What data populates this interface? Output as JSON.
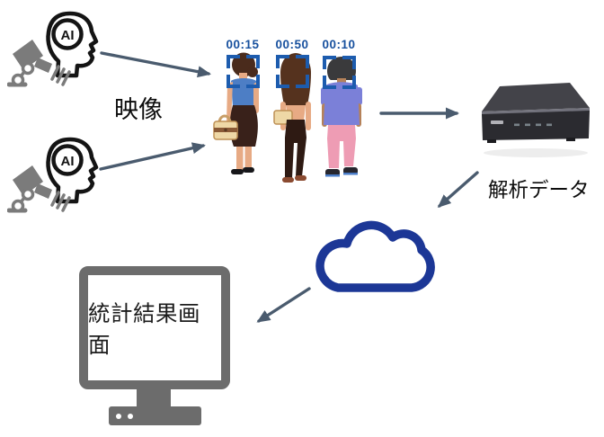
{
  "labels": {
    "video": "映像",
    "analysis_data": "解析データ",
    "stats_screen": "統計結果画面"
  },
  "ai_badge": "AI",
  "detections": [
    {
      "timestamp": "00:15",
      "subject": "woman-back-view-blue-top-brown-skirt-handbag-icon"
    },
    {
      "timestamp": "00:50",
      "subject": "woman-back-view-backless-brown-jumpsuit-waistbag-icon"
    },
    {
      "timestamp": "00:10",
      "subject": "man-back-view-purple-shirt-pink-pants-icon"
    }
  ],
  "nodes": {
    "camera_1": "ai-cctv-camera-icon",
    "camera_2": "ai-cctv-camera-icon",
    "recorder": "ai-box-recorder-device",
    "cloud": "cloud-icon",
    "monitor": "monitor-icon"
  },
  "flows": [
    "camera-1-to-people",
    "camera-2-to-people",
    "people-to-recorder",
    "recorder-to-cloud",
    "cloud-to-monitor"
  ],
  "colors": {
    "detection_blue": "#1d5cae",
    "timestamp_blue": "#17509e",
    "cloud_blue": "#1c3796",
    "arrow_slate": "#4a5b6e",
    "monitor_gray": "#6c6c6c",
    "camera_gray": "#7b7b7b",
    "background": "#ffffff"
  }
}
